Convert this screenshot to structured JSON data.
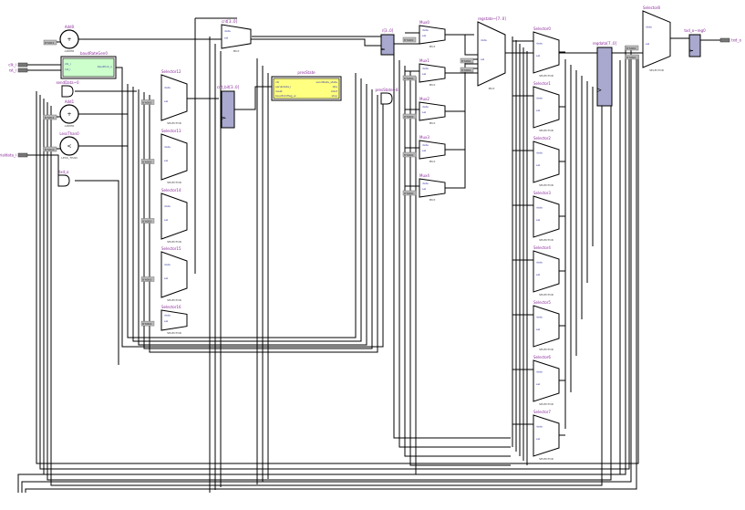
{
  "diagram": {
    "inputs": [
      "clk_i",
      "rst_i",
      "serialdata_i"
    ],
    "outputs": [
      "txd_o"
    ],
    "adders": [
      {
        "name": "Add0",
        "sub": "ADDER",
        "const": "8'h001"
      },
      {
        "name": "Add1",
        "sub": "ADDER",
        "const": "8'h001"
      },
      {
        "name": "LessThan0",
        "sub": "LESS_THAN",
        "const": "8'h0C0"
      }
    ],
    "baud_block": {
      "name": "baudRateGen0",
      "pins_in": [
        "clk_i",
        "rst_i"
      ],
      "pins_out": [
        "baudtick_o"
      ]
    },
    "gates": [
      {
        "name": "sendData~0",
        "type": "OR"
      },
      {
        "name": "txd_o",
        "type": "AND"
      },
      {
        "name": "presState~8",
        "type": "OR"
      }
    ],
    "fsm_block": {
      "name": "presState",
      "pins_in": [
        "clk",
        "serialdata_i",
        "reset",
        "baudtickflag_w"
      ],
      "pins_out": [
        "sendData_state",
        "idle",
        "start",
        "stop"
      ]
    },
    "left_selectors": [
      "Selector12",
      "Selector13",
      "Selector14",
      "Selector15",
      "Selector16"
    ],
    "top_mux": "cnt[3..0]",
    "registers": [
      {
        "name": "cnt_bit[3..0]"
      },
      {
        "name": "r[3..0]"
      },
      {
        "name": "regdata[7..0]"
      },
      {
        "name": "txd_o~reg0"
      }
    ],
    "muxes": [
      "Mux0",
      "Mux1",
      "Mux2",
      "Mux3",
      "Mux4"
    ],
    "big_mux": "regstate~[7..0]",
    "right_selectors": [
      "Selector0",
      "Selector1",
      "Selector2",
      "Selector3",
      "Selector4",
      "Selector5",
      "Selector6",
      "Selector7"
    ],
    "out_selector": "Selector8",
    "mux_sub": "MUX",
    "selector_sub": "SELECTOR",
    "sel_pins": [
      "data",
      "sel"
    ],
    "mux_pins": [
      "data",
      "sel",
      "out"
    ],
    "const_label": "8'h000",
    "colors": {
      "register": "#a9a9cf",
      "fsm": "#ffff80",
      "baud": "#ccffcc",
      "text": "#8a2a9a"
    }
  }
}
